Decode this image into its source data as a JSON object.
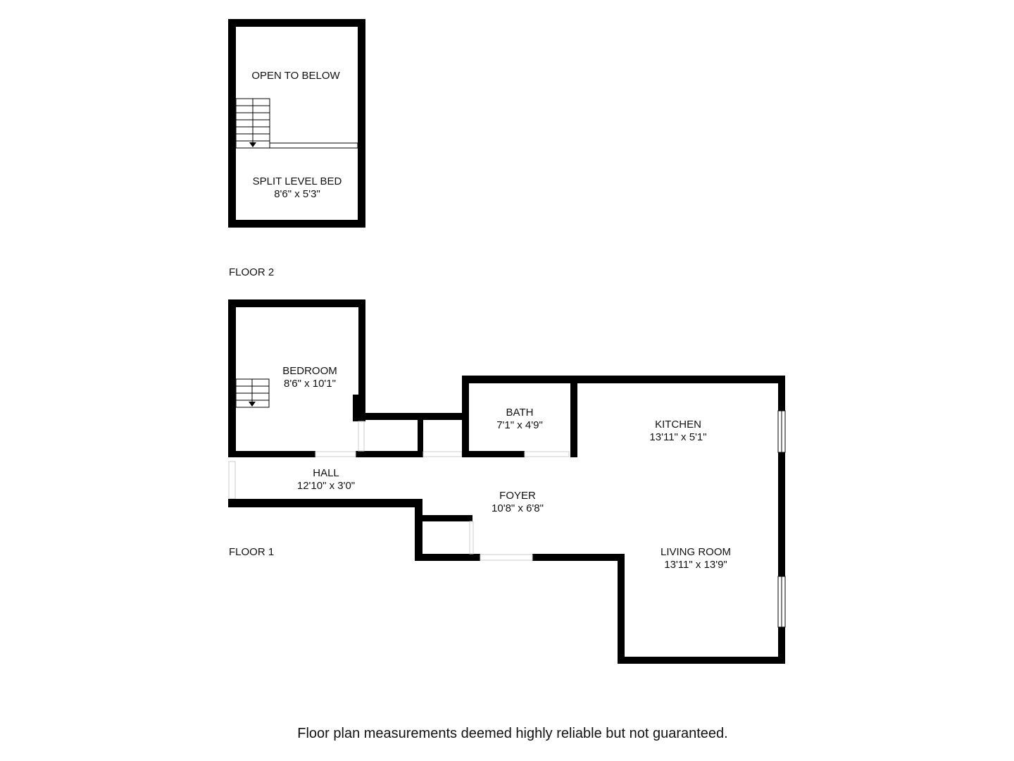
{
  "floors": [
    {
      "label": "FLOOR 2",
      "rooms": [
        {
          "name": "OPEN TO BELOW",
          "dims": ""
        },
        {
          "name": "SPLIT LEVEL BED",
          "dims": "8'6\" x 5'3\""
        }
      ]
    },
    {
      "label": "FLOOR 1",
      "rooms": [
        {
          "name": "BEDROOM",
          "dims": "8'6\" x 10'1\""
        },
        {
          "name": "BATH",
          "dims": "7'1\" x 4'9\""
        },
        {
          "name": "KITCHEN",
          "dims": "13'11\" x 5'1\""
        },
        {
          "name": "HALL",
          "dims": "12'10\" x 3'0\""
        },
        {
          "name": "FOYER",
          "dims": "10'8\" x 6'8\""
        },
        {
          "name": "LIVING ROOM",
          "dims": "13'11\" x 13'9\""
        }
      ]
    }
  ],
  "disclaimer": "Floor plan measurements deemed highly reliable but not guaranteed.",
  "colors": {
    "wall": "#000000",
    "background": "#ffffff"
  }
}
